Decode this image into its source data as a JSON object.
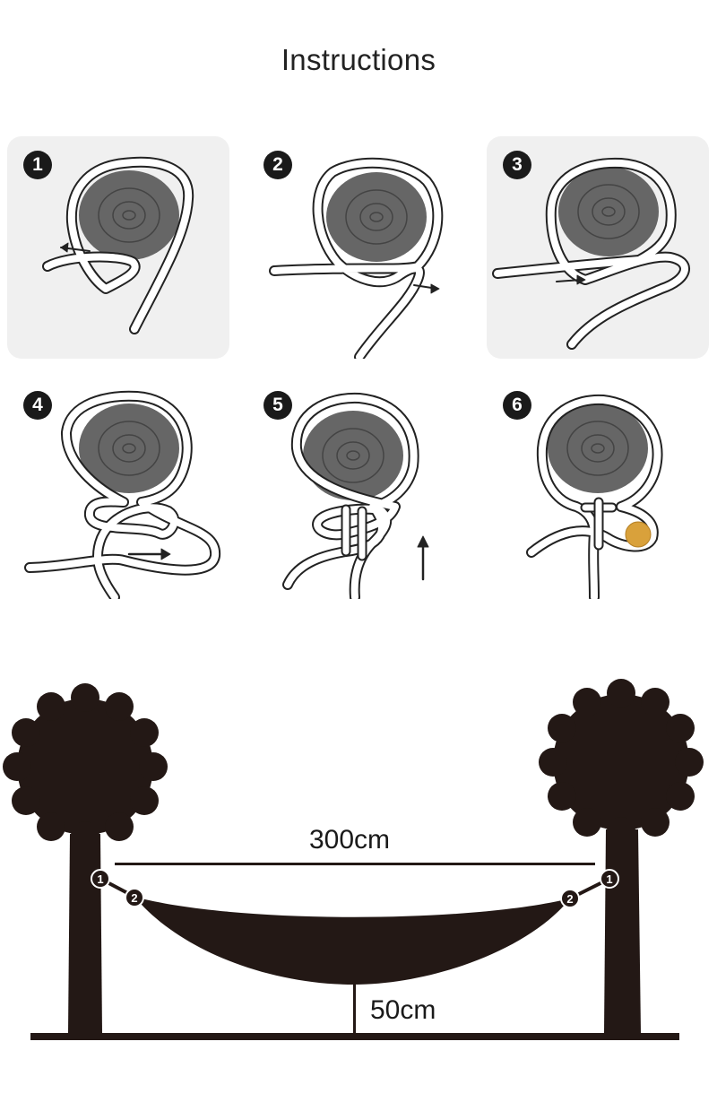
{
  "title": "Instructions",
  "steps": [
    {
      "number": "1",
      "shaded": true
    },
    {
      "number": "2",
      "shaded": false
    },
    {
      "number": "3",
      "shaded": true
    },
    {
      "number": "4",
      "shaded": false
    },
    {
      "number": "5",
      "shaded": false
    },
    {
      "number": "6",
      "shaded": false
    }
  ],
  "hammock": {
    "length_label": "300cm",
    "height_label": "50cm",
    "point_1": "1",
    "point_2": "2"
  },
  "colors": {
    "tree": "#231815",
    "trunk_disc": "#666666",
    "rope_outline": "#222222",
    "panel_bg": "#f0f0f0",
    "toggle": "#d9a13b"
  }
}
